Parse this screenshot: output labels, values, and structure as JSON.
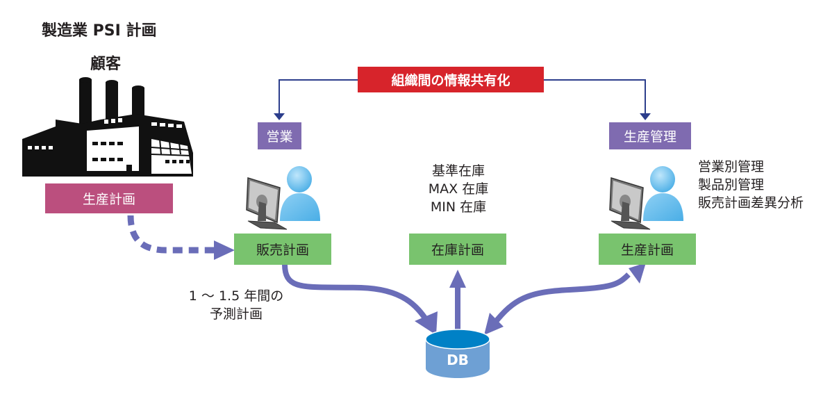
{
  "title": "製造業 PSI 計画",
  "customer_label": "顧客",
  "customer_plan": "生産計画",
  "info_sharing": "組織間の情報共有化",
  "departments": {
    "sales": "営業",
    "production_control": "生産管理"
  },
  "plans": {
    "sales_plan": "販売計画",
    "inventory_plan": "在庫計画",
    "production_plan": "生産計画"
  },
  "inventory_notes": [
    "基準在庫",
    "MAX 在庫",
    "MIN 在庫"
  ],
  "production_notes": [
    "営業別管理",
    "製品別管理",
    "販売計画差異分析"
  ],
  "forecast_note": [
    "1 ～ 1.5 年間の",
    "予測計画"
  ],
  "database_label": "DB",
  "colors": {
    "customer_plan": "#bb4f7e",
    "info_sharing": "#d7242b",
    "department": "#7f6bb0",
    "plan": "#79c36e",
    "arrow": "#6a6db8",
    "connector": "#2c3e8c",
    "db_top": "#0081c6",
    "db_body": "#6ea0d4"
  }
}
